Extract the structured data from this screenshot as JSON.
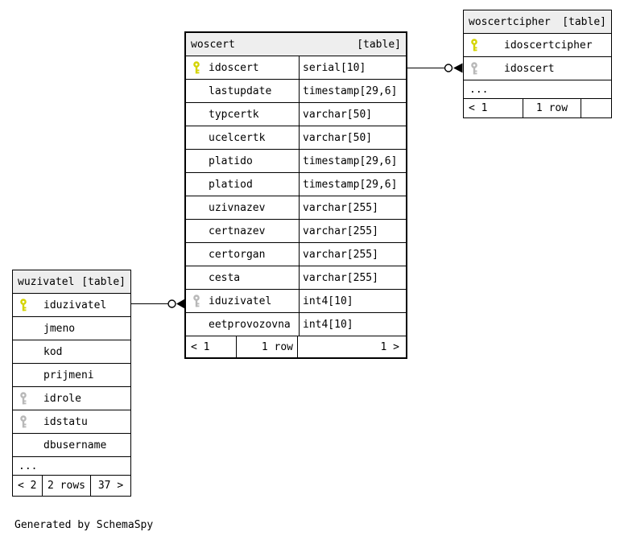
{
  "caption": "Generated by SchemaSpy",
  "colors": {
    "primary_key": "#d4d400",
    "foreign_key": "#b8b8b8",
    "header_bg": "#eeeeee",
    "border": "#000000"
  },
  "tables": [
    {
      "name": "woscert",
      "tag": "[table]",
      "columns": [
        {
          "name": "idoscert",
          "type": "serial[10]",
          "key": "primary"
        },
        {
          "name": "lastupdate",
          "type": "timestamp[29,6]",
          "key": ""
        },
        {
          "name": "typcertk",
          "type": "varchar[50]",
          "key": ""
        },
        {
          "name": "ucelcertk",
          "type": "varchar[50]",
          "key": ""
        },
        {
          "name": "platido",
          "type": "timestamp[29,6]",
          "key": ""
        },
        {
          "name": "platiod",
          "type": "timestamp[29,6]",
          "key": ""
        },
        {
          "name": "uzivnazev",
          "type": "varchar[255]",
          "key": ""
        },
        {
          "name": "certnazev",
          "type": "varchar[255]",
          "key": ""
        },
        {
          "name": "certorgan",
          "type": "varchar[255]",
          "key": ""
        },
        {
          "name": "cesta",
          "type": "varchar[255]",
          "key": ""
        },
        {
          "name": "iduzivatel",
          "type": "int4[10]",
          "key": "foreign"
        },
        {
          "name": "eetprovozovna",
          "type": "int4[10]",
          "key": ""
        }
      ],
      "ellipsis": "",
      "footer": {
        "left": "< 1",
        "center": "1 row",
        "right": "1 >"
      }
    },
    {
      "name": "woscertcipher",
      "tag": "[table]",
      "columns": [
        {
          "name": "idoscertcipher",
          "type": "",
          "key": "primary"
        },
        {
          "name": "idoscert",
          "type": "",
          "key": "foreign"
        }
      ],
      "ellipsis": "...",
      "footer": {
        "left": "< 1",
        "center": "1 row",
        "right": ""
      }
    },
    {
      "name": "wuzivatel",
      "tag": "[table]",
      "columns": [
        {
          "name": "iduzivatel",
          "type": "",
          "key": "primary"
        },
        {
          "name": "jmeno",
          "type": "",
          "key": ""
        },
        {
          "name": "kod",
          "type": "",
          "key": ""
        },
        {
          "name": "prijmeni",
          "type": "",
          "key": ""
        },
        {
          "name": "idrole",
          "type": "",
          "key": "foreign"
        },
        {
          "name": "idstatu",
          "type": "",
          "key": "foreign"
        },
        {
          "name": "dbusername",
          "type": "",
          "key": ""
        }
      ],
      "ellipsis": "...",
      "footer": {
        "left": "< 2",
        "center": "2 rows",
        "right": "37 >"
      }
    }
  ]
}
